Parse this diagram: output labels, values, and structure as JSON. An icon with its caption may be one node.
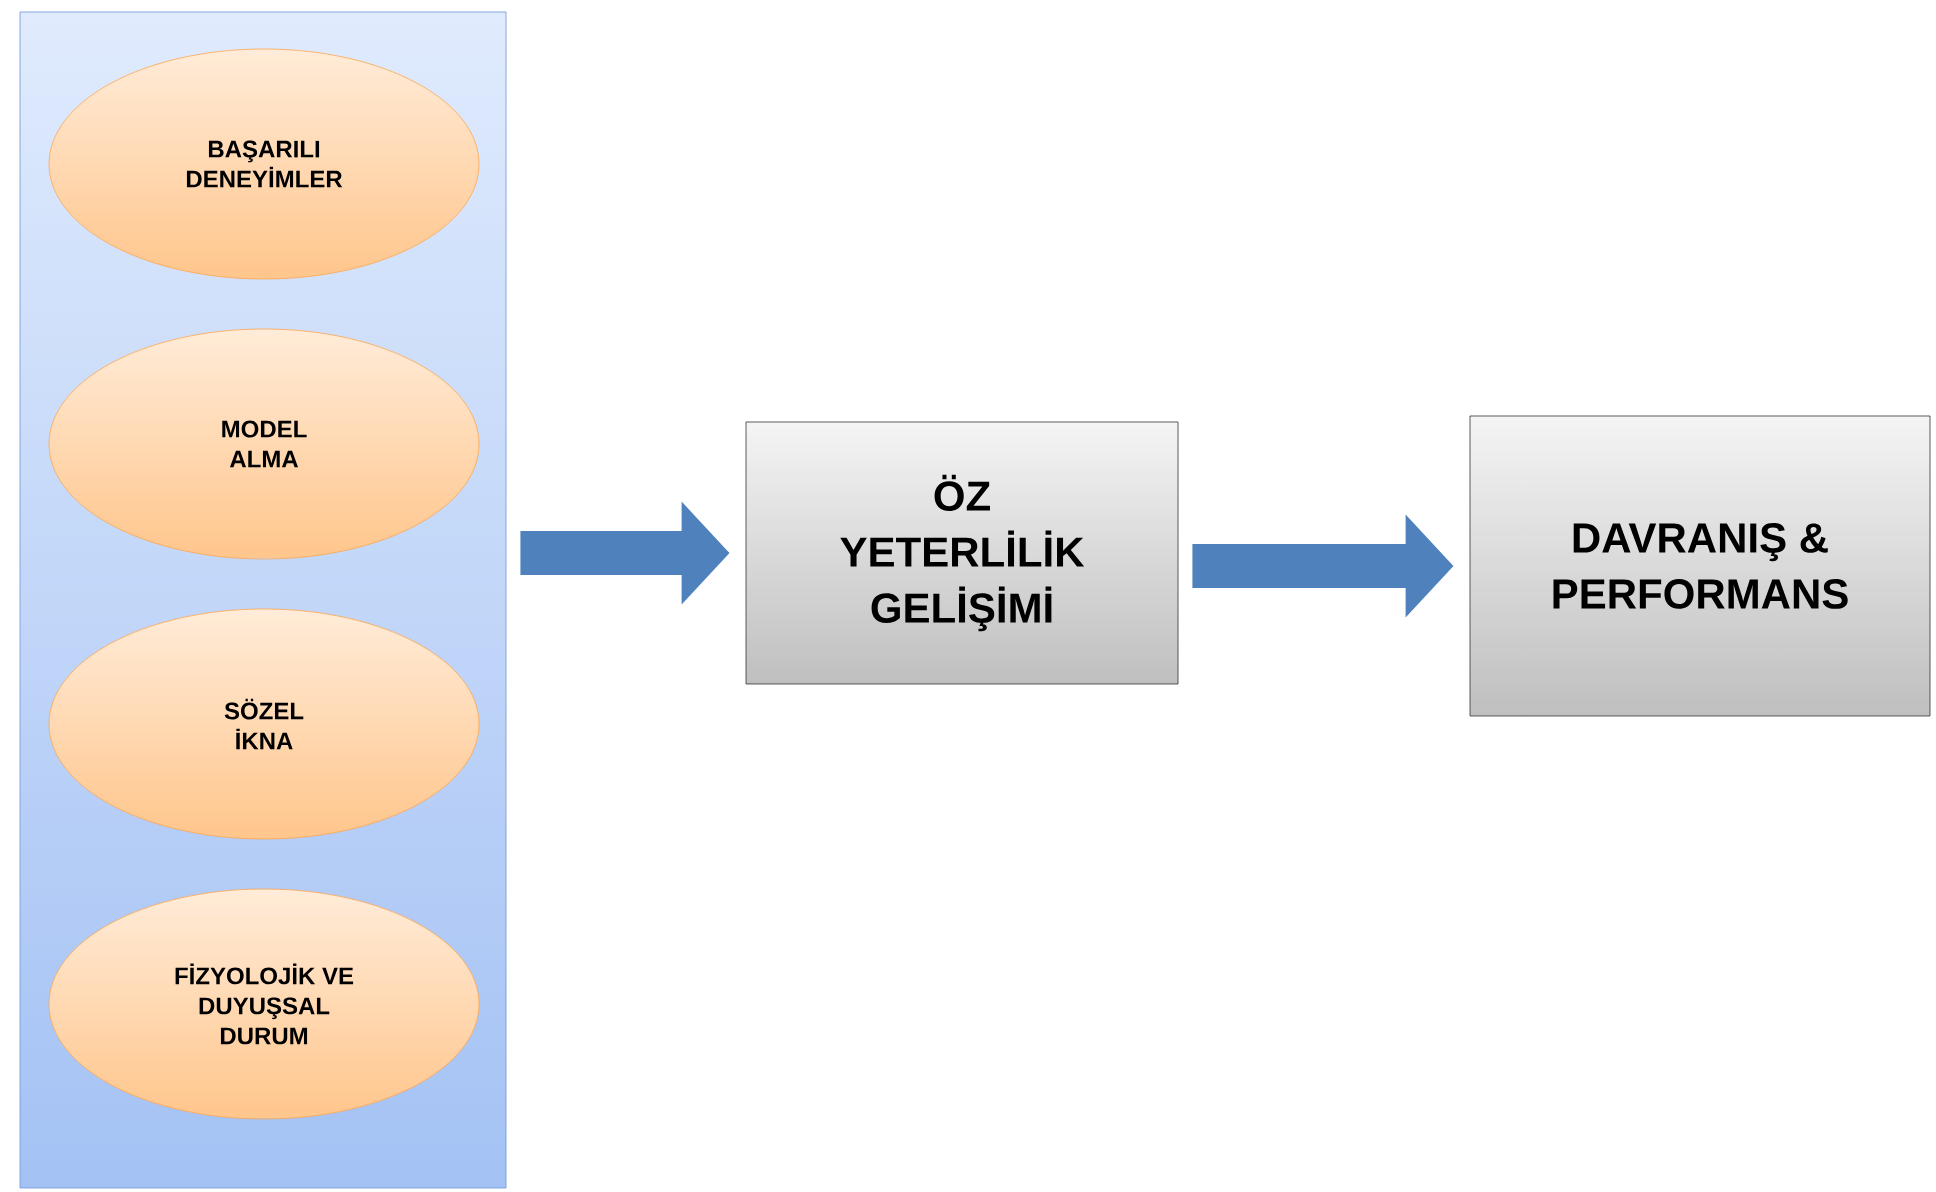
{
  "diagram": {
    "nodes": [
      {
        "text": [],
        "shape": "box"
      },
      {
        "text": [
          "BAŞARILI DENEYİMLER"
        ],
        "in": 0
      },
      {
        "text": [
          "MODEL ALMA"
        ],
        "in": 0
      },
      {
        "text": [
          "SÖZEL İKNA"
        ],
        "in": 0
      },
      {
        "text": [
          "FİZYOLOJİK VE DUYUŞSAL DURUM"
        ],
        "in": 0
      },
      {
        "text": [
          "ÖZ YETERLİLİK GELİŞİMİ"
        ]
      },
      {
        "text": [
          "DAVRANIŞ & PERFORMANS"
        ]
      }
    ],
    "edges": [
      {
        "from": 0,
        "to": 5,
        "arrow": "to"
      },
      {
        "from": 5,
        "to": 6,
        "arrow": "to"
      }
    ]
  }
}
